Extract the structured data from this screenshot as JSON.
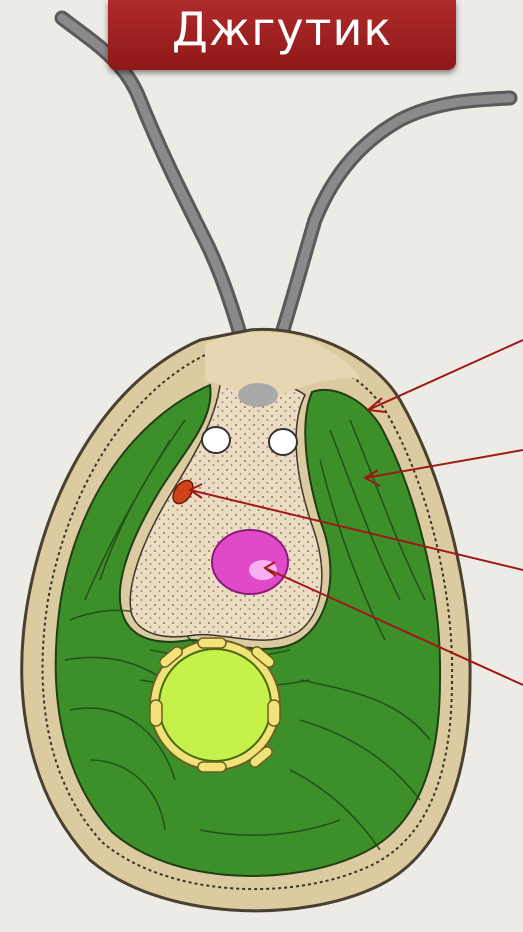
{
  "title": "Джгутик",
  "colors": {
    "background": "#ecebe6",
    "title_bg": "#9e1f1f",
    "title_text": "#ffffff",
    "flagella": "#7a7a7a",
    "cell_wall": "#dccba0",
    "cytoplasm": "#ecdcc3",
    "chloroplast": "#3d8f2a",
    "nucleus": "#e04ac8",
    "eyespot": "#d0431a",
    "pyrenoid": "#c6f04a",
    "starch": "#f2e27a",
    "pointer_lines": "#a01818"
  },
  "parts": [
    "flagella",
    "cell-wall",
    "chloroplast",
    "eyespot",
    "nucleus",
    "contractile-vacuoles",
    "pyrenoid"
  ]
}
